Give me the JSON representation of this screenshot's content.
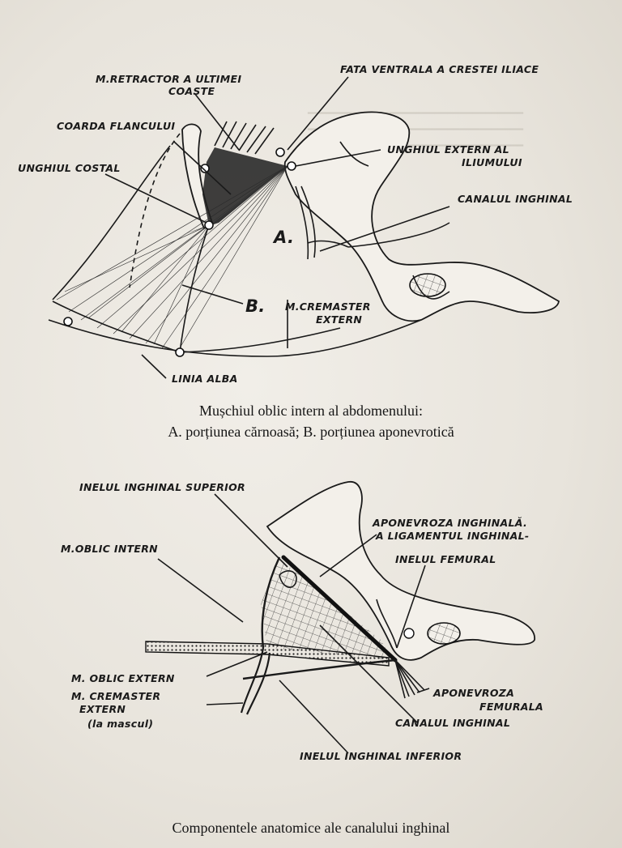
{
  "figure1": {
    "labels": {
      "retractor_1": "M.RETRACTOR A ULTIMEI",
      "retractor_2": "COASTE",
      "fata_ventrala": "FATA VENTRALA A CRESTEI ILIACE",
      "coarda": "COARDA FLANCULUI",
      "unghiul_extern_1": "UNGHIUL EXTERN AL",
      "unghiul_extern_2": "ILIUMULUI",
      "unghiul_costal": "UNGHIUL COSTAL",
      "canalul": "CANALUL INGHINAL",
      "a": "A.",
      "b": "B.",
      "cremaster_1": "M.CREMASTER",
      "cremaster_2": "EXTERN",
      "linia_alba": "LINIA ALBA"
    },
    "caption_line1": "Mușchiul oblic intern al abdomenului:",
    "caption_line2": "A. porțiunea cărnoasă; B. porțiunea aponevrotică"
  },
  "figure2": {
    "labels": {
      "inelul_superior": "INELUL INGHINAL SUPERIOR",
      "aponevroza_1": "APONEVROZA INGHINALĂ.",
      "aponevroza_2": "A LIGAMENTUL INGHINAL-",
      "oblic_intern": "M.OBLIC INTERN",
      "inelul_femural": "INELUL FEMURAL",
      "oblic_extern": "M. OBLIC EXTERN",
      "cremaster_1": "M. CREMASTER",
      "cremaster_2": "EXTERN",
      "cremaster_3": "(la mascul)",
      "aponevroza_femurala_1": "APONEVROZA",
      "aponevroza_femurala_2": "FEMURALA",
      "canalul": "CANALUL INGHINAL",
      "inelul_inferior": "INELUL INGHINAL INFERIOR"
    },
    "caption": "Componentele anatomice ale canalului inghinal"
  }
}
